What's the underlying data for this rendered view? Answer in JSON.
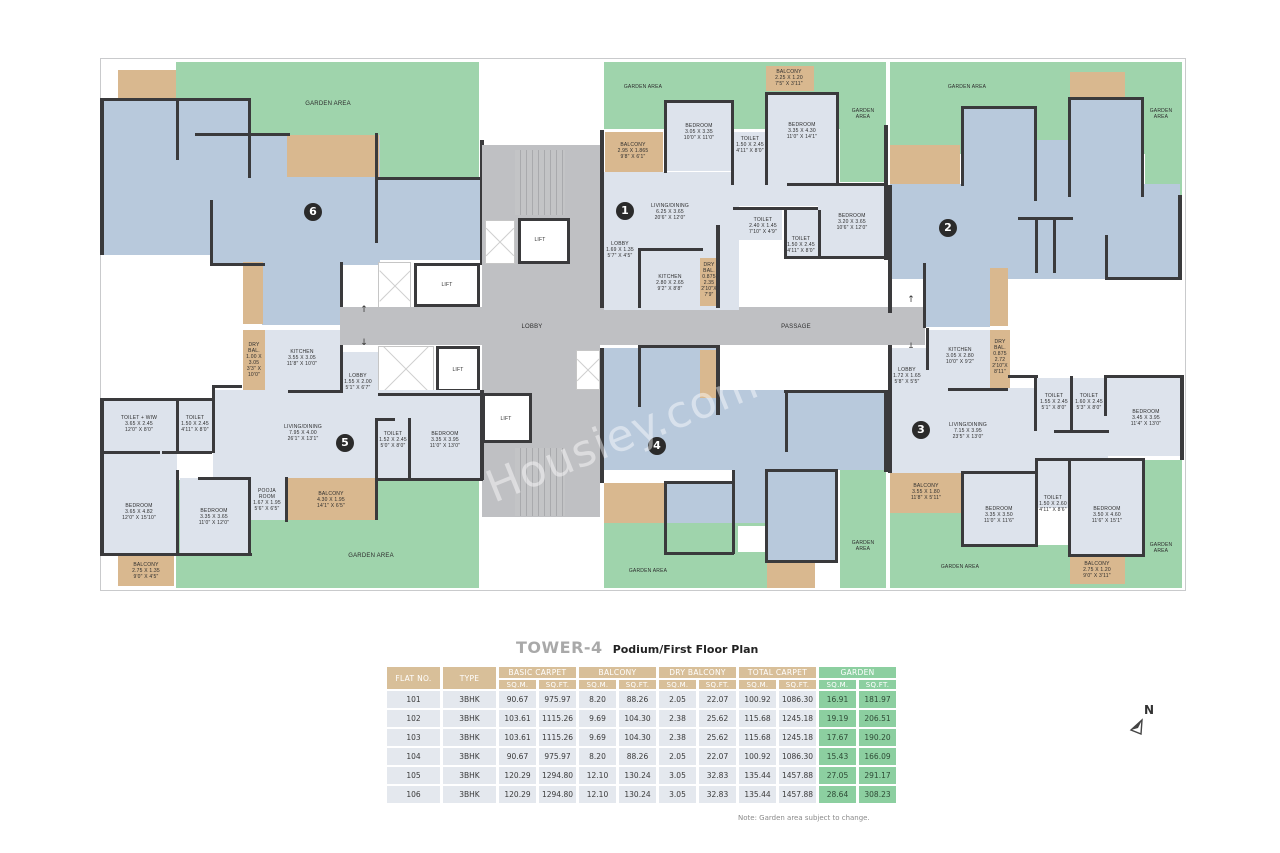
{
  "header": {
    "tower": "TOWER-4",
    "subtitle": "Podium/First Floor Plan"
  },
  "watermark": "Housiey.com",
  "compass": {
    "label": "N"
  },
  "colors": {
    "garden": "#9fd4ac",
    "balcony": "#d9b88f",
    "flat_interior": "#b8c9dc",
    "core": "#bfc0c3",
    "wall": "#3a3a3c",
    "header_tan": "#d8bf99",
    "header_green": "#8ccfa0",
    "row_bg": "#e4e8ee"
  },
  "plan": {
    "common": {
      "lobby": "LOBBY",
      "passage": "PASSAGE",
      "lift": "LIFT"
    },
    "flats": [
      {
        "number": "1",
        "rooms": [
          {
            "name": "LIVING/DINING",
            "size_m": "6.25 X 3.65",
            "size_ft": "20'6\" X 12'0\""
          },
          {
            "name": "LOBBY",
            "size_m": "1.69 X 1.35",
            "size_ft": "5'7\" X 4'5\""
          },
          {
            "name": "KITCHEN",
            "size_m": "2.80 X 2.65",
            "size_ft": "9'2\" X 8'8\""
          },
          {
            "name": "DRY BAL",
            "size_m": "0.875 X 2.35",
            "size_ft": "2'10\" X 7'9\""
          },
          {
            "name": "BEDROOM",
            "size_m": "3.05 X 3.35",
            "size_ft": "10'0\" X 11'0\""
          },
          {
            "name": "BEDROOM",
            "size_m": "3.35 X 4.30",
            "size_ft": "11'0\" X 14'1\""
          },
          {
            "name": "BEDROOM",
            "size_m": "3.20 X 3.65",
            "size_ft": "10'6\" X 12'0\""
          },
          {
            "name": "TOILET",
            "size_m": "1.50 X 2.45",
            "size_ft": "4'11\" X 8'0\""
          },
          {
            "name": "TOILET",
            "size_m": "2.40 X 1.45",
            "size_ft": "7'10\" X 4'9\""
          },
          {
            "name": "TOILET",
            "size_m": "1.50 X 2.45",
            "size_ft": "4'11\" X 8'0\""
          },
          {
            "name": "BALCONY",
            "size_m": "2.95 X 1.865",
            "size_ft": "9'8\" X 6'1\""
          },
          {
            "name": "BALCONY",
            "size_m": "2.25 X 1.20",
            "size_ft": "7'5\" X 3'11\""
          },
          {
            "name": "GARDEN AREA",
            "size_m": "",
            "size_ft": ""
          },
          {
            "name": "GARDEN AREA",
            "size_m": "",
            "size_ft": ""
          }
        ]
      },
      {
        "number": "2",
        "rooms": [
          {
            "name": "GARDEN AREA"
          },
          {
            "name": "GARDEN AREA"
          }
        ]
      },
      {
        "number": "3",
        "rooms": [
          {
            "name": "LOBBY",
            "size_m": "1.72 X 1.65",
            "size_ft": "5'8\" X 5'5\""
          },
          {
            "name": "KITCHEN",
            "size_m": "3.05 X 2.80",
            "size_ft": "10'0\" X 9'2\""
          },
          {
            "name": "DRY BAL",
            "size_m": "0.875 X 2.72",
            "size_ft": "2'10\" X 8'11\""
          },
          {
            "name": "LIVING/DINING",
            "size_m": "7.15 X 3.95",
            "size_ft": "23'5\" X 13'0\""
          },
          {
            "name": "TOILET",
            "size_m": "1.55 X 2.45",
            "size_ft": "5'1\" X 8'0\""
          },
          {
            "name": "TOILET",
            "size_m": "1.60 X 2.45",
            "size_ft": "5'3\" X 8'0\""
          },
          {
            "name": "BEDROOM",
            "size_m": "3.45 X 3.95",
            "size_ft": "11'4\" X 13'0\""
          },
          {
            "name": "BALCONY",
            "size_m": "3.55 X 1.80",
            "size_ft": "11'8\" X 5'11\""
          },
          {
            "name": "BEDROOM",
            "size_m": "3.35 X 3.50",
            "size_ft": "11'0\" X 11'6\""
          },
          {
            "name": "TOILET",
            "size_m": "1.50 X 2.60",
            "size_ft": "4'11\" X 8'6\""
          },
          {
            "name": "BEDROOM",
            "size_m": "3.50 X 4.60",
            "size_ft": "11'6\" X 15'1\""
          },
          {
            "name": "BALCONY",
            "size_m": "2.75 X 1.20",
            "size_ft": "9'0\" X 3'11\""
          },
          {
            "name": "GARDEN AREA"
          },
          {
            "name": "GARDEN AREA"
          }
        ]
      },
      {
        "number": "4",
        "rooms": [
          {
            "name": "GARDEN AREA"
          },
          {
            "name": "GARDEN AREA"
          }
        ]
      },
      {
        "number": "5",
        "rooms": [
          {
            "name": "DRY BAL",
            "size_m": "1.00 X 3.05",
            "size_ft": "3'3\" X 10'0\""
          },
          {
            "name": "KITCHEN",
            "size_m": "3.55 X 3.05",
            "size_ft": "11'8\" X 10'0\""
          },
          {
            "name": "LOBBY",
            "size_m": "1.55 X 2.00",
            "size_ft": "5'1\" X 6'7\""
          },
          {
            "name": "TOILET + WIW",
            "size_m": "3.65 X 2.45",
            "size_ft": "12'0\" X 8'0\""
          },
          {
            "name": "TOILET",
            "size_m": "1.50 X 2.45",
            "size_ft": "4'11\" X 8'0\""
          },
          {
            "name": "LIVING/DINING",
            "size_m": "7.95 X 4.00",
            "size_ft": "26'1\" X 13'1\""
          },
          {
            "name": "TOILET",
            "size_m": "1.52 X 2.45",
            "size_ft": "5'0\" X 8'0\""
          },
          {
            "name": "BEDROOM",
            "size_m": "3.35 X 3.95",
            "size_ft": "11'0\" X 13'0\""
          },
          {
            "name": "BEDROOM",
            "size_m": "3.65 X 4.82",
            "size_ft": "12'0\" X 15'10\""
          },
          {
            "name": "BEDROOM",
            "size_m": "3.35 X 3.65",
            "size_ft": "11'0\" X 12'0\""
          },
          {
            "name": "POOJA ROOM",
            "size_m": "1.67 X 1.95",
            "size_ft": "5'6\" X 6'5\""
          },
          {
            "name": "BALCONY",
            "size_m": "4.30 X 1.95",
            "size_ft": "14'1\" X 6'5\""
          },
          {
            "name": "BALCONY",
            "size_m": "2.75 X 1.35",
            "size_ft": "9'0\" X 4'5\""
          },
          {
            "name": "GARDEN AREA"
          }
        ]
      },
      {
        "number": "6",
        "rooms": [
          {
            "name": "GARDEN AREA"
          }
        ]
      }
    ]
  },
  "table": {
    "headers": {
      "flat_no": "FLAT NO.",
      "type": "TYPE",
      "basic_carpet": "BASIC CARPET",
      "balcony": "BALCONY",
      "dry_balcony": "DRY BALCONY",
      "total_carpet": "TOTAL CARPET",
      "garden": "GARDEN",
      "sqm": "SQ.M.",
      "sqft": "SQ.FT."
    },
    "rows": [
      {
        "flat": "101",
        "type": "3BHK",
        "basic_sqm": "90.67",
        "basic_sqft": "975.97",
        "bal_sqm": "8.20",
        "bal_sqft": "88.26",
        "dry_sqm": "2.05",
        "dry_sqft": "22.07",
        "total_sqm": "100.92",
        "total_sqft": "1086.30",
        "garden_sqm": "16.91",
        "garden_sqft": "181.97"
      },
      {
        "flat": "102",
        "type": "3BHK",
        "basic_sqm": "103.61",
        "basic_sqft": "1115.26",
        "bal_sqm": "9.69",
        "bal_sqft": "104.30",
        "dry_sqm": "2.38",
        "dry_sqft": "25.62",
        "total_sqm": "115.68",
        "total_sqft": "1245.18",
        "garden_sqm": "19.19",
        "garden_sqft": "206.51"
      },
      {
        "flat": "103",
        "type": "3BHK",
        "basic_sqm": "103.61",
        "basic_sqft": "1115.26",
        "bal_sqm": "9.69",
        "bal_sqft": "104.30",
        "dry_sqm": "2.38",
        "dry_sqft": "25.62",
        "total_sqm": "115.68",
        "total_sqft": "1245.18",
        "garden_sqm": "17.67",
        "garden_sqft": "190.20"
      },
      {
        "flat": "104",
        "type": "3BHK",
        "basic_sqm": "90.67",
        "basic_sqft": "975.97",
        "bal_sqm": "8.20",
        "bal_sqft": "88.26",
        "dry_sqm": "2.05",
        "dry_sqft": "22.07",
        "total_sqm": "100.92",
        "total_sqft": "1086.30",
        "garden_sqm": "15.43",
        "garden_sqft": "166.09"
      },
      {
        "flat": "105",
        "type": "3BHK",
        "basic_sqm": "120.29",
        "basic_sqft": "1294.80",
        "bal_sqm": "12.10",
        "bal_sqft": "130.24",
        "dry_sqm": "3.05",
        "dry_sqft": "32.83",
        "total_sqm": "135.44",
        "total_sqft": "1457.88",
        "garden_sqm": "27.05",
        "garden_sqft": "291.17"
      },
      {
        "flat": "106",
        "type": "3BHK",
        "basic_sqm": "120.29",
        "basic_sqft": "1294.80",
        "bal_sqm": "12.10",
        "bal_sqft": "130.24",
        "dry_sqm": "3.05",
        "dry_sqft": "32.83",
        "total_sqm": "135.44",
        "total_sqft": "1457.88",
        "garden_sqm": "28.64",
        "garden_sqft": "308.23"
      }
    ],
    "note": "Note: Garden area subject to change."
  }
}
